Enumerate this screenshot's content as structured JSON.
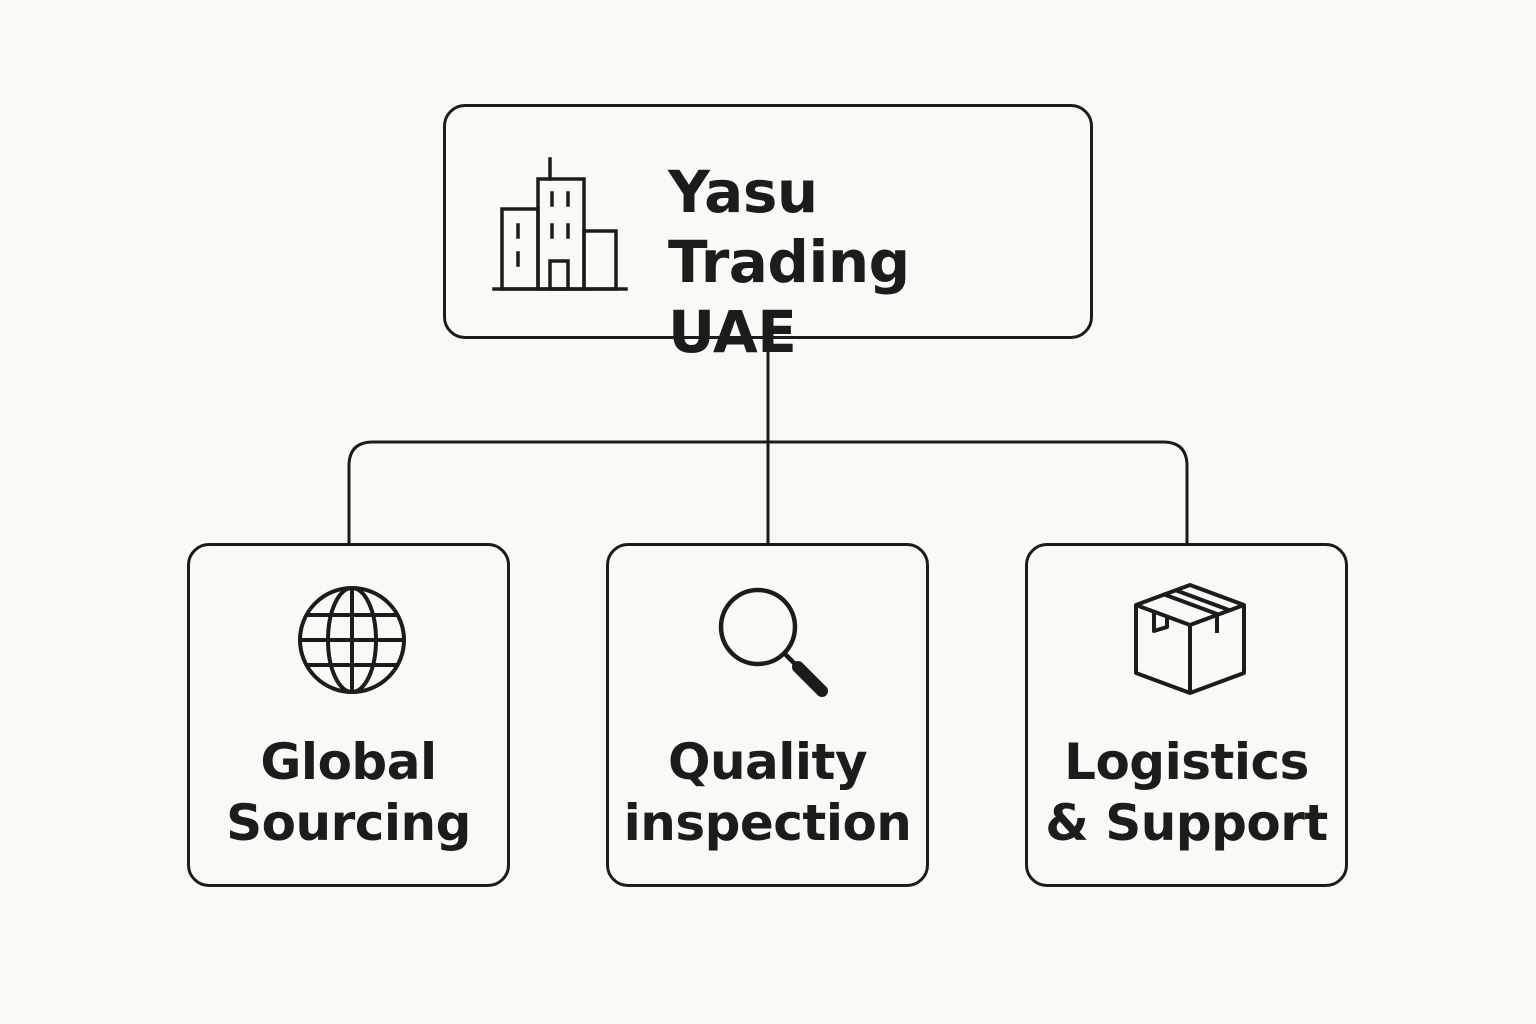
{
  "root": {
    "title_line1": "Yasu Trading",
    "title_line2": "UAE",
    "icon": "office-building-icon"
  },
  "children": [
    {
      "line1": "Global",
      "line2": "Sourcing",
      "icon": "globe-icon"
    },
    {
      "line1": "Quality",
      "line2": "inspection",
      "icon": "magnifying-glass-icon"
    },
    {
      "line1": "Logistics",
      "line2": "& Support",
      "icon": "package-box-icon"
    }
  ],
  "colors": {
    "background": "#faf9f6",
    "stroke": "#1c1c1c"
  }
}
